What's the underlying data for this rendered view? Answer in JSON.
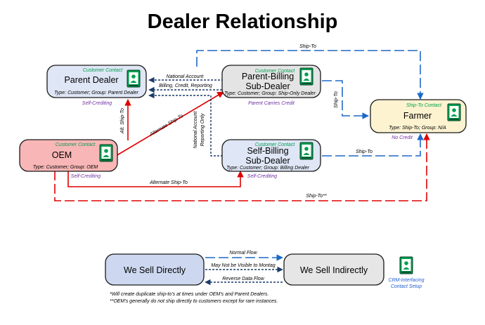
{
  "title": "Dealer Relationship",
  "colors": {
    "parent_fill": "#dfe6f5",
    "oem_fill": "#f9b6b6",
    "farmer_fill": "#fdf3d0",
    "gray_fill": "#e4e4e4",
    "legend_direct_fill": "#cdd8f0",
    "legend_indirect_fill": "#e6e6e6",
    "blue_line": "#1e68c8",
    "red_line": "#e00000",
    "dark_line": "#1a3a6a",
    "icon_green": "#00a050"
  },
  "nodes": {
    "parent_dealer": {
      "tag": "Customer Contact",
      "name": "Parent Dealer",
      "type": "Type: Customer; Group: Parent Dealer",
      "note": "Self-Crediting"
    },
    "parent_billing": {
      "tag": "Customer Contact",
      "name1": "Parent-Billing",
      "name2": "Sub-Dealer",
      "type": "Type: Customer; Group: Ship-Only Dealer",
      "note": "Parent Carries Credit"
    },
    "farmer": {
      "tag": "Ship-To Contact",
      "name": "Farmer",
      "type": "Type: Ship-To; Group: N/A",
      "note": "No Credit"
    },
    "oem": {
      "tag": "Customer Contact",
      "name": "OEM",
      "type": "Type: Customer; Group: OEM",
      "note": "Self-Crediting"
    },
    "self_billing": {
      "tag": "Customer Contact",
      "name1": "Self-Billing",
      "name2": "Sub-Dealer",
      "type": "Type: Customer; Group: Billing Dealer",
      "note": "Self-Crediting"
    }
  },
  "edges": {
    "ship_to_top": "Ship-To",
    "national_account": "National Account",
    "billing_credit": "Billing, Credit, Reporting",
    "ship_to_right": "Ship-To",
    "alt_ship_to_vertical": "Alt. Ship-To",
    "alternate_ship_to_diag": "Alternate Ship-To",
    "national_account_vert1": "National Account",
    "national_account_vert2": "Reporting Only",
    "ship_to_self": "Ship-To",
    "alternate_ship_to_bottom": "Alternate Ship-To",
    "ship_to_star": "Ship-To**"
  },
  "legend": {
    "direct": "We Sell Directly",
    "indirect": "We Sell Indirectly",
    "normal_flow": "Normal Flow",
    "not_visible": "May Not be Visible to Montag",
    "reverse_flow": "Reverse Data Flow",
    "icon_caption1": "CRM-Interfacing",
    "icon_caption2": "Contact Setup"
  },
  "footnotes": [
    "*Will create duplicate ship-to's at times under OEM's and Parent Dealers.",
    "**OEM's generally do not ship directly to customers except for rare instances."
  ]
}
